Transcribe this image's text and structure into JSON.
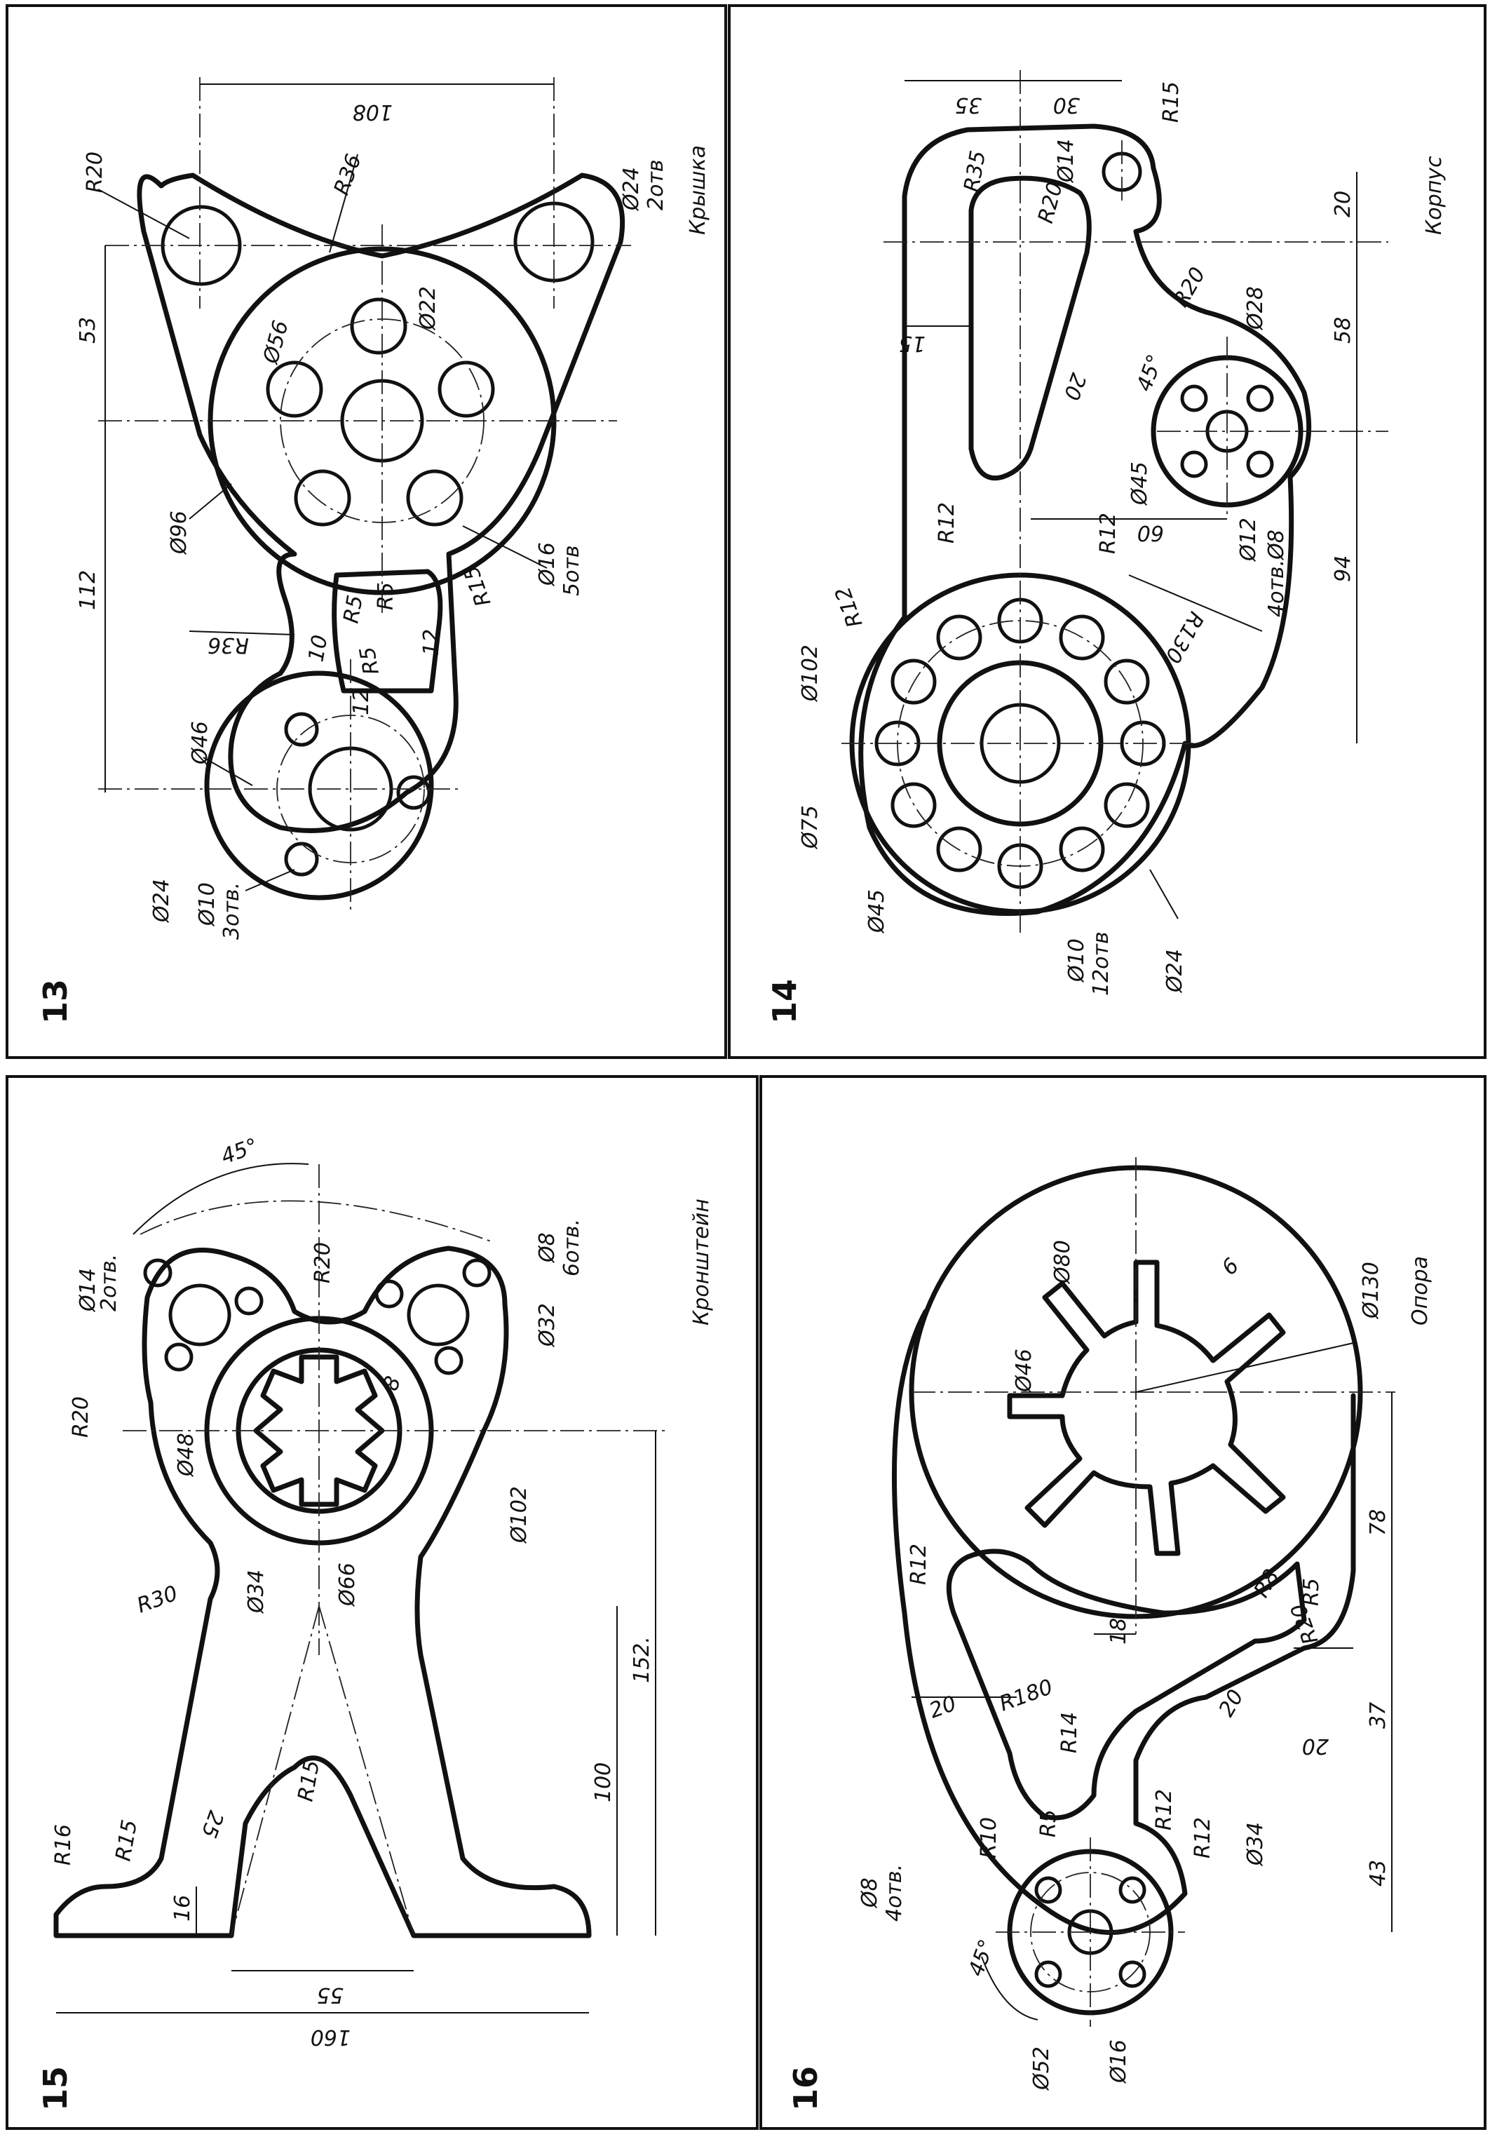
{
  "panels": [
    {
      "number": "13",
      "title": "Крышка",
      "dims": [
        "108",
        "R20",
        "R36",
        "53",
        "Ø24",
        "2отв",
        "Ø22",
        "Ø56",
        "112",
        "Ø96",
        "Ø16",
        "5отв",
        "R15",
        "R36",
        "R5",
        "R5",
        "R5",
        "10",
        "12",
        "12",
        "Ø46",
        "Ø24",
        "Ø10",
        "3отв."
      ]
    },
    {
      "number": "14",
      "title": "Корпус",
      "dims": [
        "35",
        "30",
        "R15",
        "R35",
        "R20",
        "Ø14",
        "20",
        "15",
        "R20",
        "Ø28",
        "58",
        "20",
        "45°",
        "R12",
        "Ø45",
        "R12",
        "60",
        "Ø12",
        "4отв.Ø8",
        "R12",
        "R130",
        "94",
        "Ø102",
        "Ø75",
        "Ø45",
        "Ø10",
        "12отв",
        "Ø24"
      ]
    },
    {
      "number": "15",
      "title": "Кронштейн",
      "dims": [
        "45°",
        "Ø14",
        "2отв.",
        "R20",
        "Ø8",
        "6отв.",
        "Ø32",
        "R20",
        "8",
        "Ø48",
        "Ø102",
        "R30",
        "Ø34",
        "Ø66",
        "152.",
        "R15",
        "100",
        "R16",
        "R15",
        "25",
        "16",
        "55",
        "160"
      ]
    },
    {
      "number": "16",
      "title": "Опора",
      "dims": [
        "Ø80",
        "6",
        "Ø130",
        "Ø46",
        "R12",
        "78",
        "R8",
        "R5",
        "R20",
        "18",
        "R180",
        "20",
        "20",
        "R14",
        "20",
        "37",
        "R10",
        "R5",
        "R12",
        "R12",
        "Ø34",
        "43",
        "Ø8",
        "4отв.",
        "45°",
        "Ø52",
        "Ø16"
      ]
    }
  ]
}
